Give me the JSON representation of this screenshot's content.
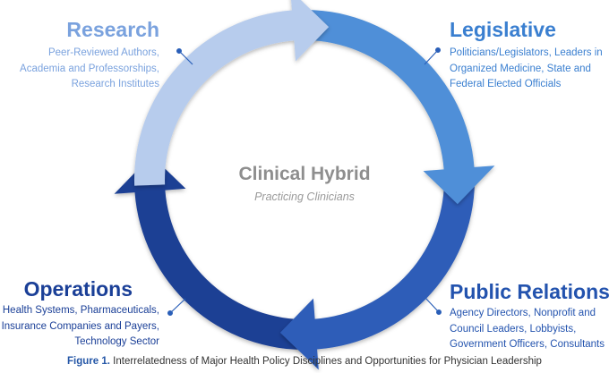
{
  "center": {
    "title": "Clinical Hybrid",
    "subtitle": "Practicing Clinicians"
  },
  "quadrants": {
    "research": {
      "title": "Research",
      "description": "Peer-Reviewed Authors,\nAcademia and Professorships,\nResearch Institutes",
      "color": "#b7cced",
      "heading_color": "#7aa2de"
    },
    "legislative": {
      "title": "Legislative",
      "description": "Politicians/Legislators, Leaders in\nOrganized Medicine, State and\nFederal Elected Officials",
      "color": "#4f8fd8",
      "heading_color": "#3a7fd0"
    },
    "public_relations": {
      "title": "Public Relations",
      "description": "Agency Directors, Nonprofit and\nCouncil Leaders, Lobbyists,\nGovernment Officers, Consultants",
      "color": "#2e5db8",
      "heading_color": "#2353ae"
    },
    "operations": {
      "title": "Operations",
      "description": "Health Systems, Pharmaceuticals,\nInsurance Companies and Payers,\nTechnology Sector",
      "color": "#1d3f94",
      "heading_color": "#1a3f97"
    }
  },
  "caption": {
    "label": "Figure 1.",
    "text": "Interrelatedness of Major Health Policy Disciplines and Opportunities for Physician Leadership"
  }
}
